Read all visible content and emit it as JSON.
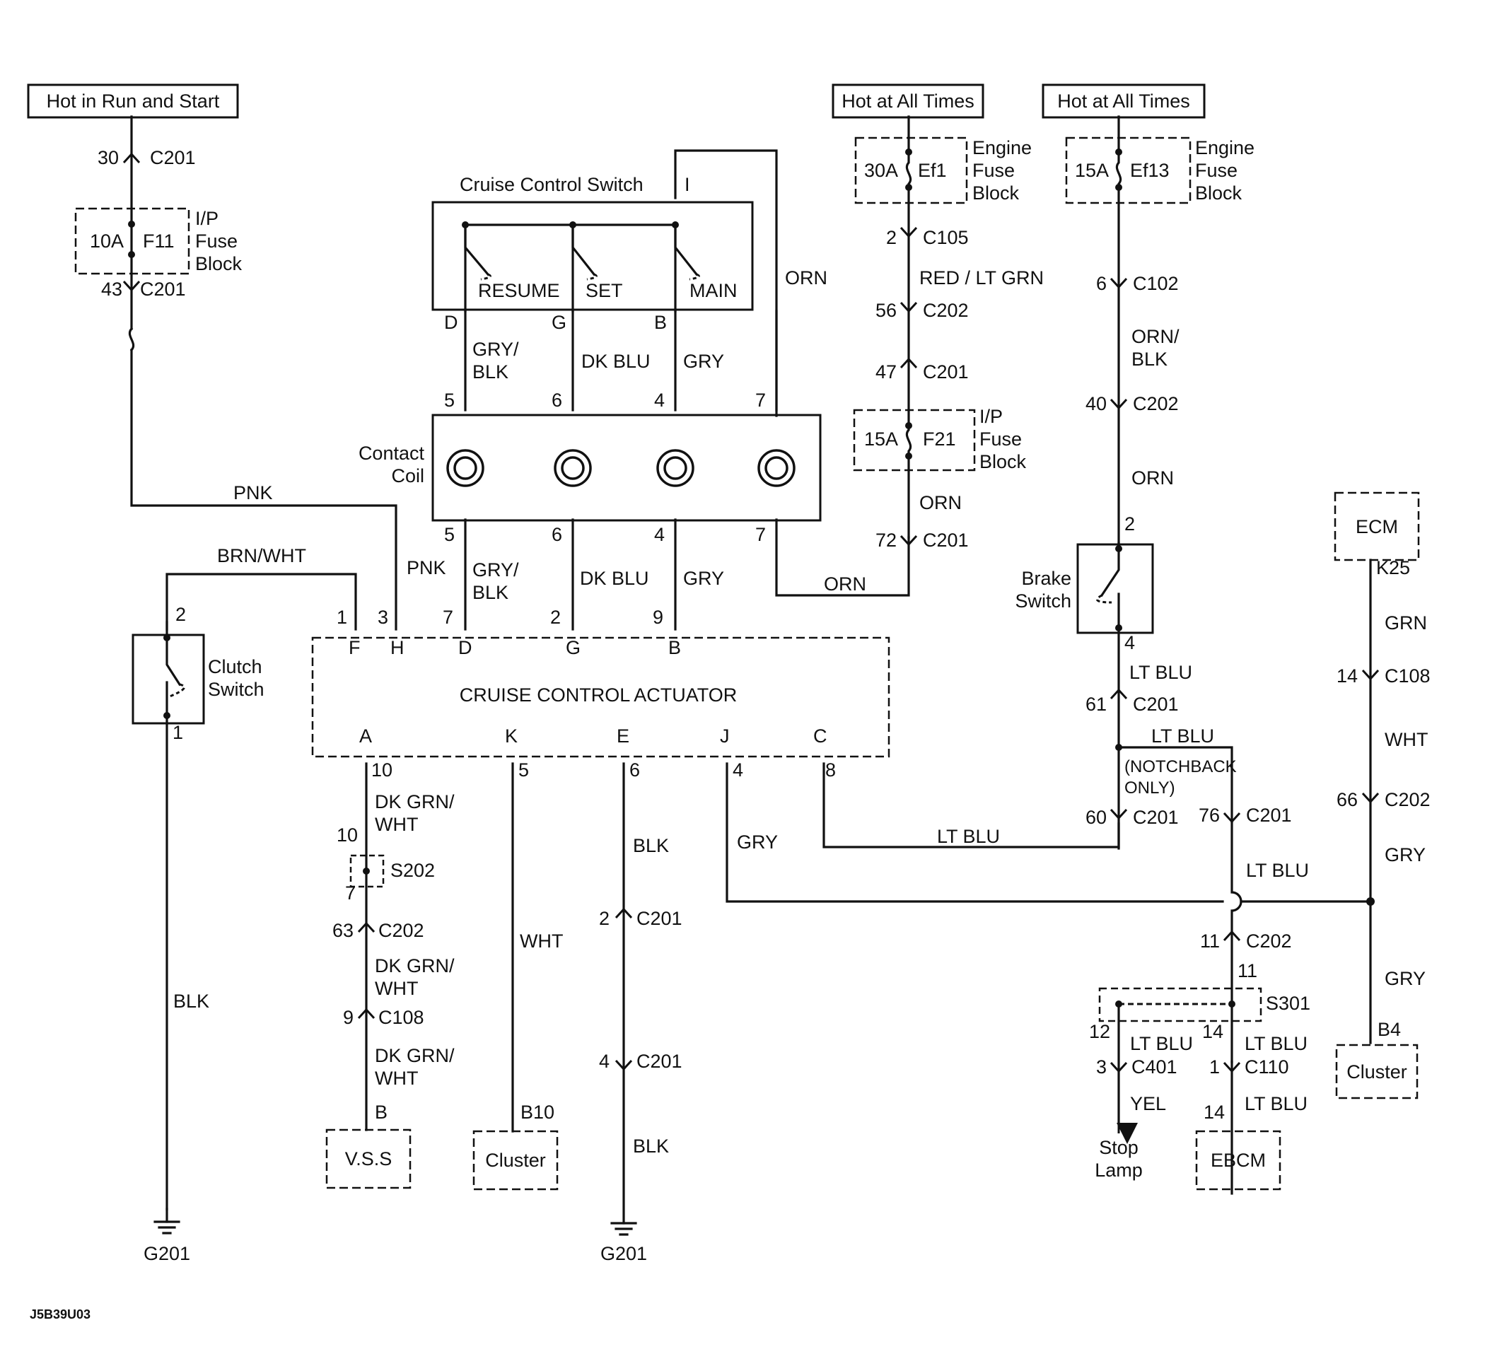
{
  "sources": {
    "hot_run_start": "Hot in Run and Start",
    "hot_all_times_1": "Hot at All Times",
    "hot_all_times_2": "Hot at All Times"
  },
  "fuses": {
    "f11_rating": "10A",
    "f11_name": "F11",
    "f11_block": [
      "I/P",
      "Fuse",
      "Block"
    ],
    "ef1_rating": "30A",
    "ef1_name": "Ef1",
    "ef1_block": [
      "Engine",
      "Fuse",
      "Block"
    ],
    "ef13_rating": "15A",
    "ef13_name": "Ef13",
    "ef13_block": [
      "Engine",
      "Fuse",
      "Block"
    ],
    "f21_rating": "15A",
    "f21_name": "F21",
    "f21_block": [
      "I/P",
      "Fuse",
      "Block"
    ]
  },
  "connectors": {
    "p30": "30",
    "c201_a": "C201",
    "p43": "43",
    "c201_b": "C201",
    "p2_c105": "2",
    "c105": "C105",
    "p56": "56",
    "c202_a": "C202",
    "p47": "47",
    "c201_c": "C201",
    "p72": "72",
    "c201_d": "C201",
    "p6_c102": "6",
    "c102": "C102",
    "p40": "40",
    "c202_b": "C202",
    "p61": "61",
    "c201_e": "C201",
    "p60": "60",
    "c201_f": "C201",
    "p76": "76",
    "c201_g": "C201",
    "p11": "11",
    "c202_c": "C202",
    "p14_c108": "14",
    "c108_a": "C108",
    "p66": "66",
    "c202_d": "C202",
    "p63": "63",
    "c202_e": "C202",
    "p9": "9",
    "c108_b": "C108",
    "p2_c201": "2",
    "c201_h": "C201",
    "p4_c201": "4",
    "c201_i": "C201",
    "p3_c401": "3",
    "c401": "C401",
    "p1_c110": "1",
    "c110": "C110"
  },
  "wires": {
    "pnk_1": "PNK",
    "pnk_2": "PNK",
    "brn_wht": "BRN/WHT",
    "orn_sw": "ORN",
    "orn_low": "ORN",
    "gry_blk_1": [
      "GRY/",
      "BLK"
    ],
    "dk_blu_1": "DK BLU",
    "gry_1": "GRY",
    "gry_blk_2": [
      "GRY/",
      "BLK"
    ],
    "dk_blu_2": "DK BLU",
    "gry_2": "GRY",
    "red_lt_grn": "RED / LT GRN",
    "orn_f21": "ORN",
    "orn_blk": [
      "ORN/",
      "BLK"
    ],
    "orn_brake": "ORN",
    "lt_blu_1": "LT BLU",
    "lt_blu_2": "LT BLU",
    "notchback": [
      "(NOTCHBACK",
      "ONLY)"
    ],
    "lt_blu_3": "LT BLU",
    "lt_blu_4": "LT BLU",
    "lt_blu_5": "LT BLU",
    "lt_blu_6": "LT BLU",
    "lt_blu_7": "LT BLU",
    "yel": "YEL",
    "grn": "GRN",
    "wht_ecm": "WHT",
    "gry_ecm_1": "GRY",
    "gry_ecm_2": "GRY",
    "dk_grn_wht_1": [
      "DK GRN/",
      "WHT"
    ],
    "dk_grn_wht_2": [
      "DK GRN/",
      "WHT"
    ],
    "dk_grn_wht_3": [
      "DK GRN/",
      "WHT"
    ],
    "wht_k": "WHT",
    "blk_e1": "BLK",
    "blk_e2": "BLK",
    "gry_j": "GRY",
    "blk_clutch": "BLK"
  },
  "components": {
    "cruise_switch": "Cruise Control Switch",
    "resume": "RESUME",
    "set": "SET",
    "main": "MAIN",
    "contact_coil": [
      "Contact",
      "Coil"
    ],
    "actuator": "CRUISE CONTROL ACTUATOR",
    "clutch_switch": [
      "Clutch",
      "Switch"
    ],
    "brake_switch": [
      "Brake",
      "Switch"
    ],
    "ecm": "ECM",
    "ebcm": "EBCM",
    "vss": "V.S.S",
    "cluster_1": "Cluster",
    "cluster_2": "Cluster",
    "stop_lamp": [
      "Stop",
      "Lamp"
    ],
    "s202": "S202",
    "s301": "S301",
    "g201_a": "G201",
    "g201_b": "G201"
  },
  "pins": {
    "sw_D": "D",
    "sw_G": "G",
    "sw_B": "B",
    "sw_I": "I",
    "cc_t5": "5",
    "cc_t6": "6",
    "cc_t4": "4",
    "cc_t7": "7",
    "cc_b5": "5",
    "cc_b6": "6",
    "cc_b4": "4",
    "cc_b7": "7",
    "ac_1": "1",
    "ac_3": "3",
    "ac_7": "7",
    "ac_2": "2",
    "ac_9": "9",
    "ac_F": "F",
    "ac_H": "H",
    "ac_D": "D",
    "ac_G": "G",
    "ac_B": "B",
    "ac_A": "A",
    "ac_K": "K",
    "ac_E": "E",
    "ac_J": "J",
    "ac_C": "C",
    "ac_10": "10",
    "ac_5": "5",
    "ac_6": "6",
    "ac_4": "4",
    "ac_8": "8",
    "clutch_2": "2",
    "clutch_1": "1",
    "brake_2": "2",
    "brake_4": "4",
    "ecm_k25": "K25",
    "s202_10": "10",
    "s202_7": "7",
    "s301_11": "11",
    "s301_12": "12",
    "s301_14": "14",
    "vss_b": "B",
    "cluster_b10": "B10",
    "cluster_b4": "B4",
    "ebcm_14": "14"
  },
  "caption": "J5B39U03"
}
